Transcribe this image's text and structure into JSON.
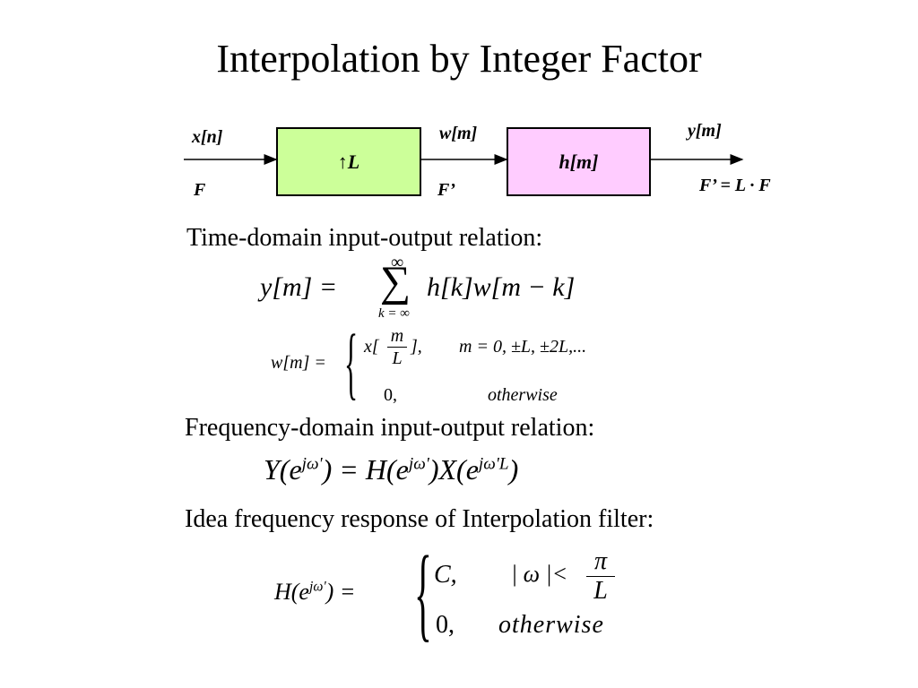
{
  "title": "Interpolation by Integer Factor",
  "diagram": {
    "input_signal": "x[n]",
    "input_rate": "F",
    "upsampler": {
      "arrow": "↑",
      "factor": "L",
      "color": "#ccff99"
    },
    "mid_signal": "w[m]",
    "mid_rate": "F’",
    "filter": {
      "label": "h[m]",
      "color": "#ffccff"
    },
    "output_signal": "y[m]",
    "output_rate": "F’ = L · F"
  },
  "sections": {
    "time_domain_heading": "Time-domain input-output relation:",
    "frequency_domain_heading": "Frequency-domain input-output relation:",
    "ideal_filter_heading": "Idea frequency response of Interpolation filter:"
  },
  "equations": {
    "convolution": {
      "lhs": "y[m] =",
      "sum_upper": "∞",
      "sum_lower": "k = ∞",
      "rhs": "h[k]w[m − k]"
    },
    "upsampled": {
      "lhs": "w[m] =",
      "case1_pre": "x[",
      "case1_num": "m",
      "case1_den": "L",
      "case1_post": "],",
      "case1_cond": "m = 0, ±L, ±2L,...",
      "case2_value": "0,",
      "case2_cond": "otherwise"
    },
    "frequency": "Y(e^{jω'}) = H(e^{jω'})X(e^{jω'L})",
    "ideal_filter": {
      "lhs": "H(e^{jω'}) =",
      "case1_value": "C,",
      "case1_cond": "| ω |<",
      "case1_num": "π",
      "case1_den": "L",
      "case2_value": "0,",
      "case2_cond": "otherwise"
    }
  }
}
